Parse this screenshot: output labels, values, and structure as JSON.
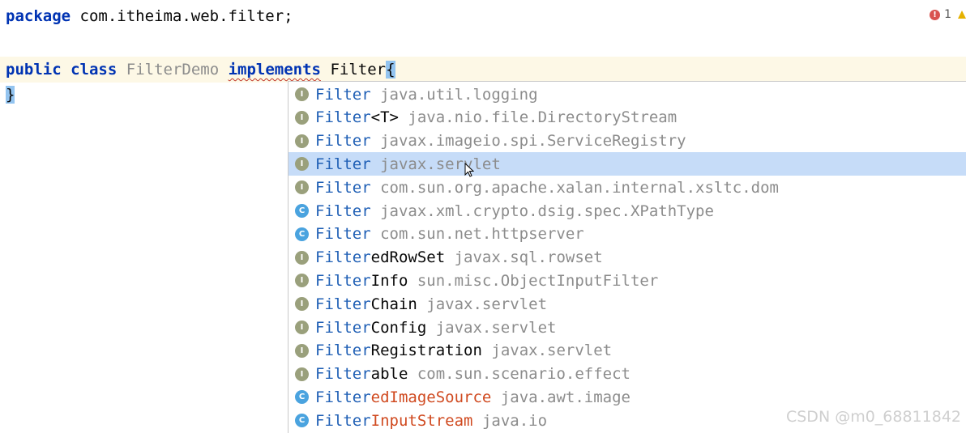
{
  "editor": {
    "line1": {
      "kw": "package",
      "rest": " com.itheima.web.filter;"
    },
    "line2": {
      "kw1": "public",
      "kw2": "class",
      "classname": "FilterDemo",
      "kw3": "implements",
      "iface": "Filter",
      "brace": "{"
    },
    "line3": {
      "brace": "}"
    }
  },
  "inspection": {
    "error_count": "1"
  },
  "completion": {
    "items": [
      {
        "icon": "interface",
        "match": "Filter",
        "rest": "",
        "pkg": "java.util.logging",
        "selected": false
      },
      {
        "icon": "interface",
        "match": "Filter",
        "rest": "<T>",
        "pkg": "java.nio.file.DirectoryStream",
        "selected": false
      },
      {
        "icon": "interface",
        "match": "Filter",
        "rest": "",
        "pkg": "javax.imageio.spi.ServiceRegistry",
        "selected": false
      },
      {
        "icon": "interface",
        "match": "Filter",
        "rest": "",
        "pkg": "javax.servlet",
        "selected": true
      },
      {
        "icon": "interface",
        "match": "Filter",
        "rest": "",
        "pkg": "com.sun.org.apache.xalan.internal.xsltc.dom",
        "selected": false
      },
      {
        "icon": "class",
        "match": "Filter",
        "rest": "",
        "pkg": "javax.xml.crypto.dsig.spec.XPathType",
        "selected": false
      },
      {
        "icon": "class",
        "match": "Filter",
        "rest": "",
        "pkg": "com.sun.net.httpserver",
        "selected": false
      },
      {
        "icon": "interface",
        "match": "Filter",
        "rest": "edRowSet",
        "pkg": "javax.sql.rowset",
        "selected": false
      },
      {
        "icon": "interface",
        "match": "Filter",
        "rest": "Info",
        "pkg": "sun.misc.ObjectInputFilter",
        "selected": false
      },
      {
        "icon": "interface",
        "match": "Filter",
        "rest": "Chain",
        "pkg": "javax.servlet",
        "selected": false
      },
      {
        "icon": "interface",
        "match": "Filter",
        "rest": "Config",
        "pkg": "javax.servlet",
        "selected": false
      },
      {
        "icon": "interface",
        "match": "Filter",
        "rest": "Registration",
        "pkg": "javax.servlet",
        "selected": false
      },
      {
        "icon": "interface",
        "match": "Filter",
        "rest": "able",
        "pkg": "com.sun.scenario.effect",
        "selected": false
      },
      {
        "icon": "class",
        "match": "Filter",
        "rest": "edImageSource",
        "pkg": "java.awt.image",
        "selected": false,
        "rest_color": "red"
      },
      {
        "icon": "class",
        "match": "Filter",
        "rest": "InputStream",
        "pkg": "java.io",
        "selected": false,
        "rest_color": "red"
      }
    ]
  },
  "watermark": "CSDN @m0_68811842",
  "icon_letters": {
    "interface": "I",
    "class": "C"
  }
}
